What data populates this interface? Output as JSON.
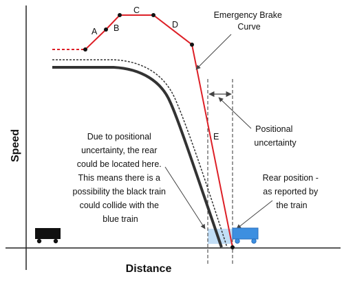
{
  "axes": {
    "x_label": "Distance",
    "y_label": "Speed"
  },
  "points": {
    "a": "A",
    "b": "B",
    "c": "C",
    "d": "D",
    "e": "E"
  },
  "annotations": {
    "emergency_brake": [
      "Emergency Brake",
      "Curve"
    ],
    "positional_uncertainty": [
      "Positional",
      "uncertainty"
    ],
    "rear_position": [
      "Rear position -",
      "as reported by",
      "the train"
    ],
    "due_to": [
      "Due to positional",
      "uncertainty, the rear",
      "could be located here.",
      "This means there is a",
      "possibility the black train",
      "could collide with the",
      "blue train"
    ]
  },
  "colors": {
    "brake_curve": "#dd1f26",
    "black_train": "#111111",
    "blue_train": "#3d8fe0",
    "uncertainty_zone": "#b7d8f5",
    "axes": "#222222"
  }
}
